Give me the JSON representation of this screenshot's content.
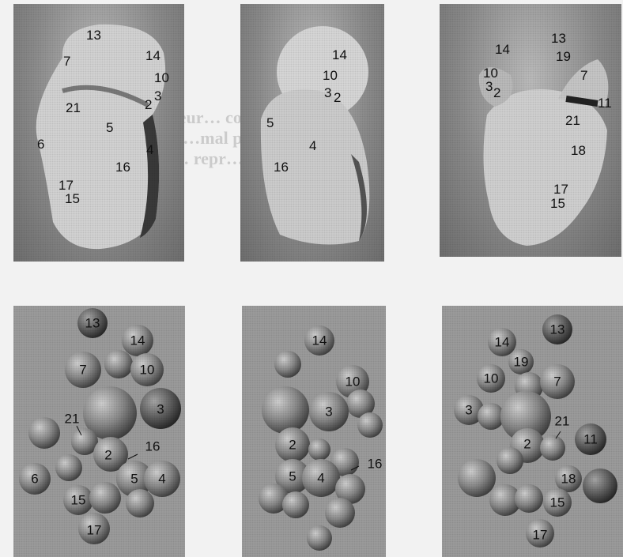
{
  "background_text": "…n of neur… consist…\n…s betw…mal p…\n…barb… repr…",
  "panels": [
    {
      "kind": "photo",
      "labels": [
        "13",
        "7",
        "14",
        "10",
        "21",
        "3",
        "2",
        "5",
        "4",
        "6",
        "16",
        "17",
        "15"
      ]
    },
    {
      "kind": "photo",
      "labels": [
        "14",
        "10",
        "3",
        "2",
        "5",
        "4",
        "16"
      ]
    },
    {
      "kind": "photo",
      "labels": [
        "14",
        "13",
        "19",
        "10",
        "7",
        "3",
        "2",
        "11",
        "21",
        "18",
        "17",
        "15"
      ]
    },
    {
      "kind": "model",
      "labels": [
        "13",
        "14",
        "7",
        "10",
        "3",
        "21",
        "16",
        "2",
        "6",
        "5",
        "4",
        "15",
        "17"
      ]
    },
    {
      "kind": "model",
      "labels": [
        "14",
        "10",
        "3",
        "2",
        "16",
        "5",
        "4"
      ]
    },
    {
      "kind": "model",
      "labels": [
        "14",
        "13",
        "19",
        "10",
        "7",
        "3",
        "21",
        "2",
        "11",
        "18",
        "15",
        "17"
      ]
    }
  ],
  "colors": {
    "photo_bg": "#8c8c8c",
    "model_bg": "#9d9d9d",
    "sphere_dark": "#555555",
    "sphere_light": "#c6c6c6"
  }
}
